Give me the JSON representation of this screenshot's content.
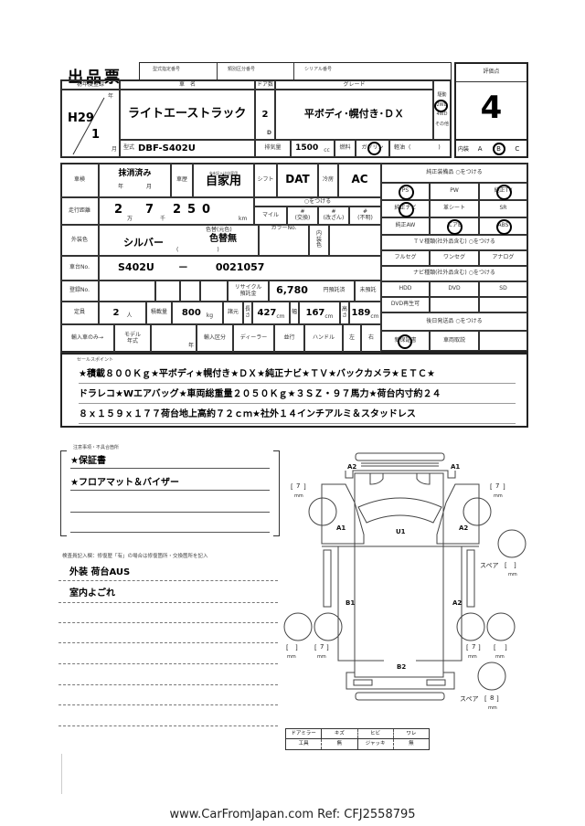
{
  "header": {
    "title": "出品票",
    "field1": "型式指定番号",
    "field2": "類別区分番号",
    "field3": "シリアル番号"
  },
  "score": {
    "label": "評価点",
    "value": "4",
    "interior_label": "内装",
    "interior_options": [
      "A",
      "B",
      "C"
    ],
    "interior_selected": "B"
  },
  "top": {
    "first_reg_label": "初年度登録",
    "year": "H29",
    "year_unit": "年",
    "month": "1",
    "month_unit": "月",
    "car_name_label": "車　名",
    "car_name": "ライトエーストラック",
    "doors_label": "ドア数",
    "doors": "2",
    "doors_unit": "D",
    "grade_label": "グレード",
    "grade": "平ボディ･幌付き･ＤＸ",
    "drive_label": "駆動",
    "drive_options": [
      "2WD",
      "4WD",
      "その他"
    ],
    "drive_selected": "2WD",
    "model_label": "型式",
    "model": "DBF-S402U",
    "displacement_label": "排気量",
    "displacement": "1500",
    "displacement_unit": "cc",
    "fuel_label": "燃料",
    "fuel_gasoline": "ガソリン",
    "fuel_diesel": "軽油",
    "fuel_paren": "(　　　　　)"
  },
  "details": {
    "inspection_label": "車検",
    "inspection": "抹消済み",
    "inspection_year": "年",
    "inspection_month": "月",
    "history_label": "車歴",
    "history_note": "※未記入は自家用",
    "history": "自家用",
    "shift_label": "シフト",
    "shift": "DAT",
    "ac_label": "冷房",
    "ac": "AC",
    "mileage_label": "走行距離",
    "mileage_digits": [
      "2",
      "7",
      "2",
      "5",
      "0"
    ],
    "mileage_units": [
      "万",
      "千",
      "km"
    ],
    "mark_header": "○をつける",
    "mile": "マイル",
    "exchanged": "#\n(交換)",
    "tampered": "#\n(改ざん)",
    "unknown": "#\n(不明)",
    "color_label": "外装色",
    "color": "シルバー",
    "color_change_label": "色替(元色)",
    "color_change": "色替無",
    "color_paren": "(　　　　　　　)",
    "color_no_label": "カラーNo.",
    "interior_color_label": "内装色",
    "chassis_label": "車台No.",
    "chassis_prefix": "S402U",
    "chassis_dash": "－",
    "chassis_no": "0021057",
    "reg_label": "登録No.",
    "recycle_label": "リサイクル預託金",
    "recycle": "6,780",
    "recycle_paid": "円預託済",
    "recycle_unpaid": "未預託",
    "capacity_label": "定員",
    "capacity": "2",
    "capacity_unit": "人",
    "load_label": "積載量",
    "load": "800",
    "load_unit": "kg",
    "dims_label": "諸元",
    "length_label": "長さ",
    "length": "427",
    "width_label": "幅",
    "width": "167",
    "height_label": "高さ",
    "height": "189",
    "cm": "cm",
    "import_label": "輸入車のみ→",
    "model_year_label": "モデル年式",
    "model_year_unit": "年",
    "import_type_label": "輸入区分",
    "dealer": "ディーラー",
    "parallel": "並行",
    "handle_label": "ハンドル",
    "left": "左",
    "right": "右"
  },
  "equipment": {
    "header": "純正装備品 ○をつける",
    "items": [
      "PS",
      "PW",
      "純正TV",
      "純正ナビ",
      "革シート",
      "SR",
      "純正AW",
      "エアB",
      "ABS"
    ],
    "circled": [
      "PS",
      "純正TV",
      "純正ナビ",
      "エアB",
      "ABS"
    ],
    "tv_header": "ＴＶ種類(社外品含む) ○をつける",
    "tv_items": [
      "フルセグ",
      "ワンセグ",
      "アナログ"
    ],
    "navi_header": "ナビ種類(社外品含む) ○をつける",
    "navi_items": [
      "HDD",
      "DVD",
      "SD"
    ],
    "dvd_play": "DVD再生可",
    "later_header": "後日発送品 ○をつける",
    "later_items": [
      "新保証書",
      "車両取説"
    ]
  },
  "sale_points": {
    "label": "セールスポイント",
    "lines": [
      "★積載８００Ｋｇ★平ボディ★幌付き★ＤＸ★純正ナビ★ＴＶ★バックカメラ★ＥＴＣ★",
      "ドラレコ★Wエアバッグ★車両総重量２０５０Ｋｇ★３ＳＺ・９７馬力★荷台内寸約２４",
      "８ｘ１５９ｘ１７７荷台地上高約７２ｃｍ★社外１４インチアルミ＆スタッドレス"
    ]
  },
  "notes": {
    "label": "注意事項・不具合箇所",
    "lines": [
      "★保証書",
      "★フロアマット＆バイザー",
      "",
      ""
    ]
  },
  "inspector": {
    "label": "検査員記入欄：修復歴「有」の場合は修復箇所・交換箇所を記入",
    "lines": [
      "外装 荷台AUS",
      "室内よごれ",
      "",
      "",
      "",
      "",
      "",
      ""
    ]
  },
  "diagram": {
    "marks": {
      "front_left": "A2",
      "front_right": "A1",
      "left_front": "A1",
      "center": "U1",
      "right_front": "A2",
      "left_side": "B1",
      "right_side": "A2",
      "rear": "B2"
    },
    "tread": {
      "fr_left": "7",
      "fr_right": "7",
      "rr_left_outer": "",
      "rr_left_inner": "7",
      "rr_right_inner": "7",
      "rr_right_outer": "",
      "spare1": "",
      "spare2": "8"
    },
    "mm": "mm",
    "spare": "スペア"
  },
  "bottom_table": {
    "row1": [
      "ドアミラー",
      "キズ",
      "ヒビ",
      "ワレ"
    ],
    "row2": [
      "工具",
      "無",
      "ジャッキ",
      "無"
    ]
  },
  "watermark": "www.CarFromJapan.com Ref: CFJ2558795"
}
